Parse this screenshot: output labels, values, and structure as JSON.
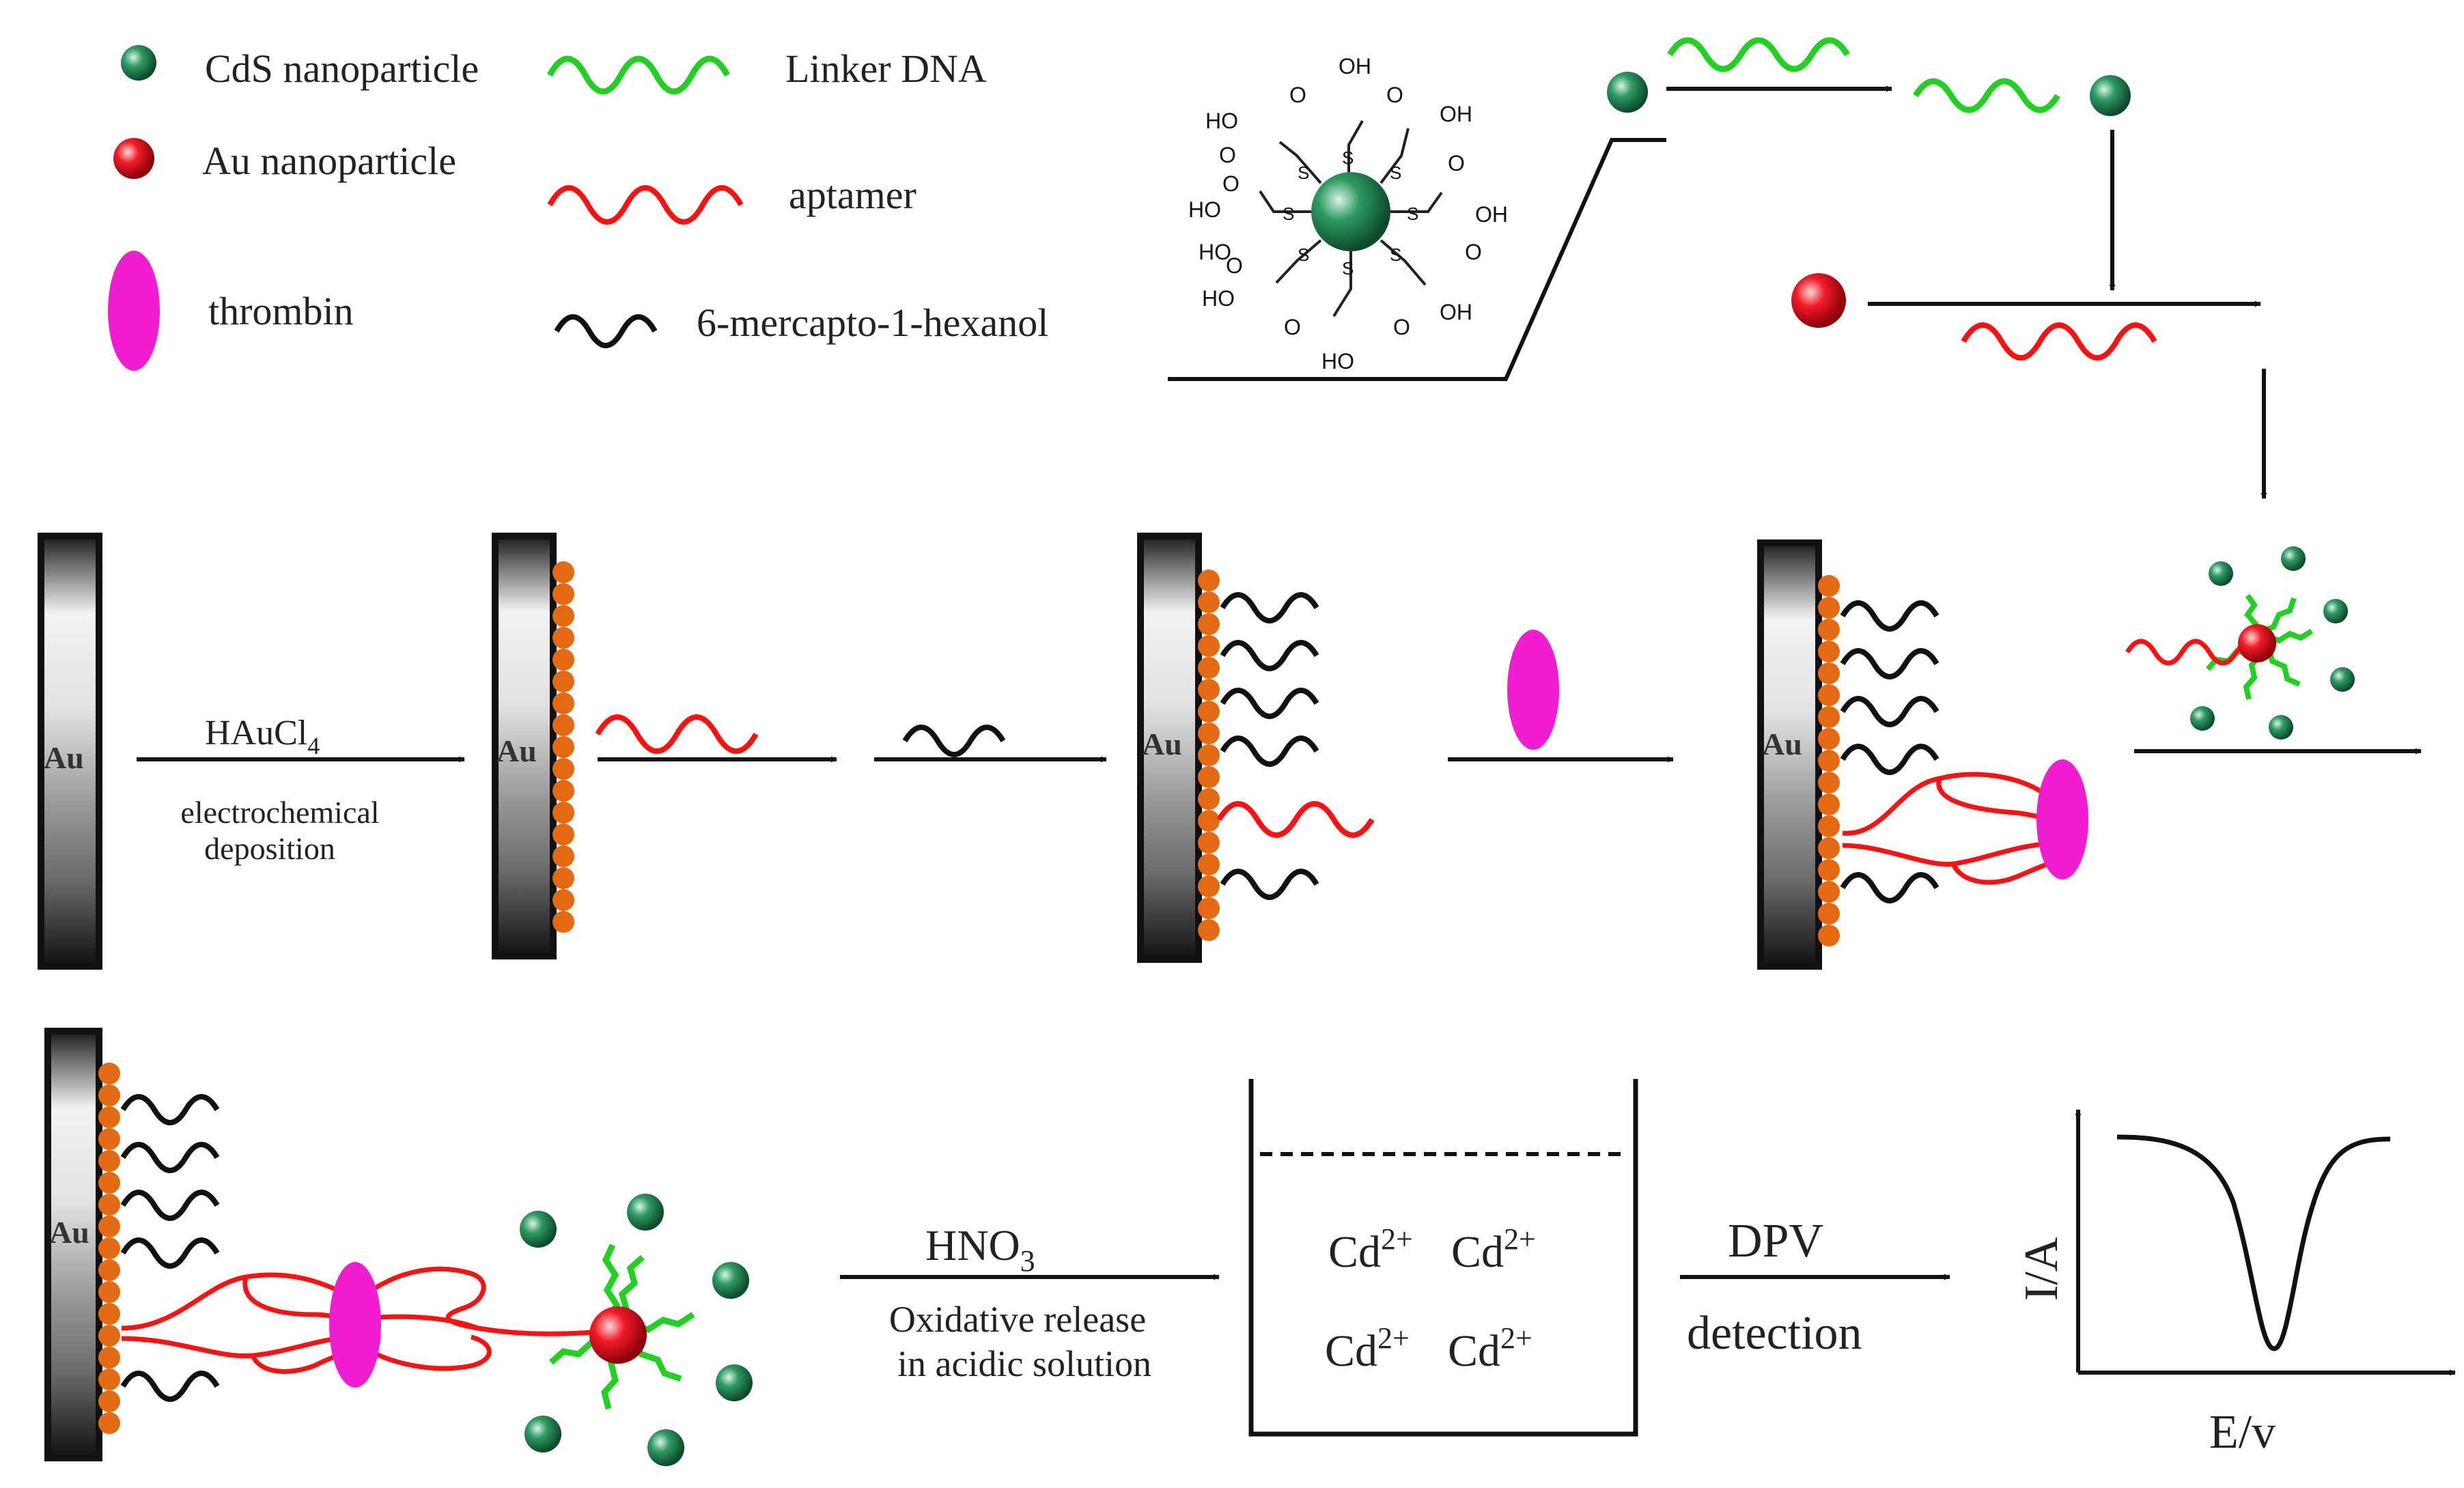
{
  "legend": {
    "cds_nanoparticle": "CdS nanoparticle",
    "au_nanoparticle": "Au nanoparticle",
    "thrombin": "thrombin",
    "linker_dna": "Linker DNA",
    "aptamer": "aptamer",
    "mch": "6-mercapto-1-hexanol"
  },
  "structure": {
    "groups": [
      "OH",
      "O",
      "HO",
      "O",
      "OH",
      "HO",
      "O",
      "O",
      "OH",
      "HO",
      "O",
      "O",
      "O",
      "OH",
      "HO",
      "O",
      "O",
      "HO"
    ],
    "sulfur": "S"
  },
  "electrode_label": "Au",
  "steps": {
    "deposition_reagent_main": "HAuCl",
    "deposition_reagent_sub": "4",
    "deposition_line1": "electrochemical",
    "deposition_line2": "deposition",
    "oxidation_reagent_main": "HNO",
    "oxidation_reagent_sub": "3",
    "oxidation_line1": "Oxidative release",
    "oxidation_line2": "in acidic solution",
    "dpv": "DPV",
    "detection": "detection"
  },
  "beaker": {
    "ion": "Cd",
    "charge": "2+"
  },
  "plot": {
    "ylabel": "I/A",
    "xlabel": "E/v"
  },
  "colors": {
    "cds": "#1f8a55",
    "au_np": "#e8182a",
    "thrombin": "#f01ed0",
    "linker": "#22d022",
    "aptamer": "#ff1010",
    "mch": "#111111",
    "au_dots": "#e36a12"
  }
}
